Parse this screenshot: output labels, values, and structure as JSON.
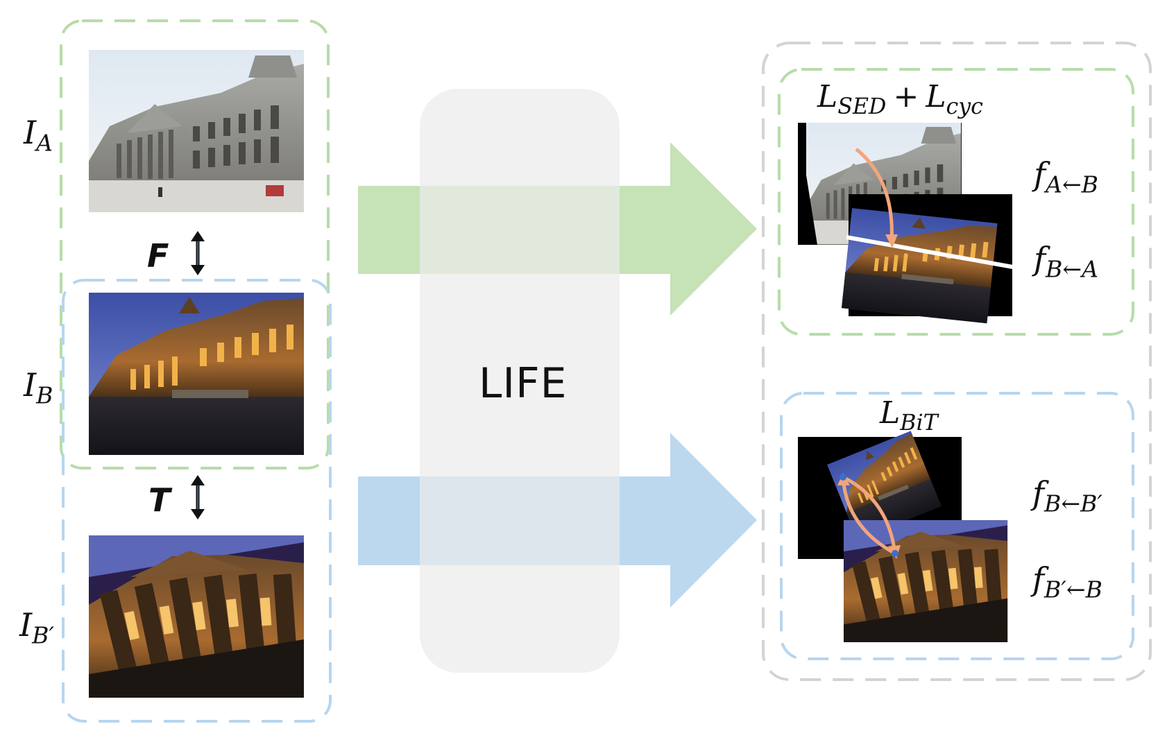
{
  "colors": {
    "green": "#9fd28f",
    "blue": "#a3c9e9",
    "gray": "#cfcfcf",
    "life_panel": "#ececec",
    "arc": "#f2a57a"
  },
  "left": {
    "images": [
      {
        "label_main": "I",
        "label_sub": "A",
        "icon": "reichstag-day-photo"
      },
      {
        "label_main": "I",
        "label_sub": "B",
        "icon": "reichstag-dusk-photo"
      },
      {
        "label_main": "I",
        "label_sub": "B′",
        "icon": "reichstag-rotated-photo"
      }
    ],
    "operators": [
      {
        "label": "F",
        "icon": "double-arrow-icon"
      },
      {
        "label": "T",
        "icon": "double-arrow-icon"
      }
    ]
  },
  "center": {
    "label": "LIFE"
  },
  "right_top": {
    "loss_a": "L",
    "loss_a_sub": "SED",
    "loss_plus": "+",
    "loss_b": "L",
    "loss_b_sub": "cyc",
    "flow_1": "f",
    "flow_1_sub": "A←B",
    "flow_2": "f",
    "flow_2_sub": "B←A"
  },
  "right_bottom": {
    "loss": "L",
    "loss_sub": "BiT",
    "flow_1": "f",
    "flow_1_sub": "B←B′",
    "flow_2": "f",
    "flow_2_sub": "B′←B"
  }
}
